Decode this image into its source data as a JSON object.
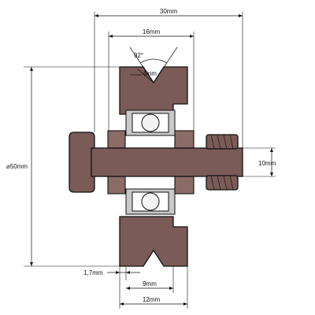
{
  "dimensions": {
    "overall_width": "30mm",
    "wheel_width": "16mm",
    "groove_angle": "92°",
    "groove_depth": "4mm",
    "diameter": "⌀50mm",
    "bore": "10mm",
    "offset": "1,7mm",
    "inner_width": "9mm",
    "hub_width": "12mm"
  },
  "colors": {
    "part": "#7a5b57",
    "bearing": "#c9c9c9",
    "lines": "#111111"
  }
}
